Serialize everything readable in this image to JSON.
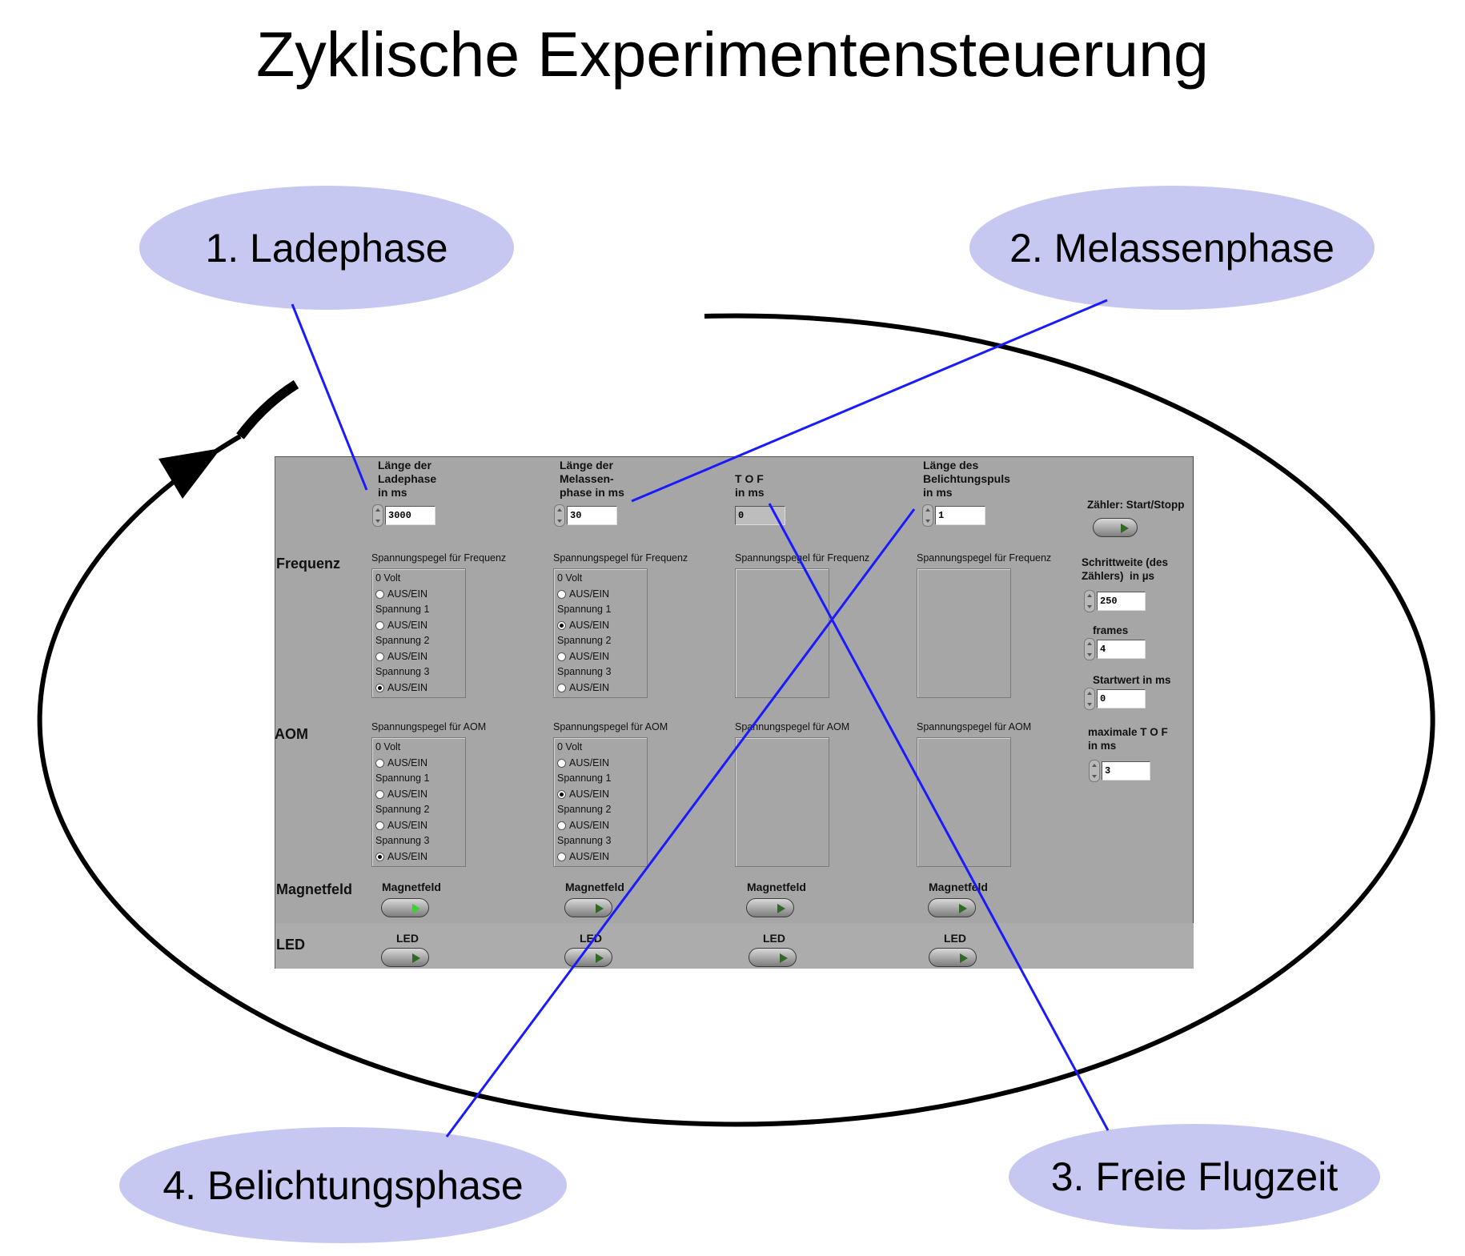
{
  "title": "Zyklische Experimentensteuerung",
  "phases": {
    "p1": "1. Ladephase",
    "p2": "2. Melassenphase",
    "p3": "3. Freie Flugzeit",
    "p4": "4. Belichtungsphase"
  },
  "panel": {
    "top_labels": {
      "lade": "Länge der\nLadephase\nin ms",
      "melassen": "Länge der\nMelassen-\nphase in ms",
      "tof": "T O F\nin ms",
      "belichtung": "Länge des\nBelichtungspuls\nin ms"
    },
    "top_values": {
      "lade": "3000",
      "melassen": "30",
      "tof": "0",
      "belichtung": "1"
    },
    "row_labels": {
      "frequenz": "Frequenz",
      "aom": "AOM",
      "magnetfeld": "Magnetfeld",
      "led": "LED"
    },
    "group_titles": {
      "freq": "Spannungspegel für Frequenz",
      "aom": "Spannungspegel für AOM"
    },
    "option_caps": [
      "0 Volt",
      "Spannung 1",
      "Spannung 2",
      "Spannung 3"
    ],
    "radio_label": "AUS/EIN",
    "selections": {
      "freq1": [
        false,
        false,
        false,
        true
      ],
      "freq2": [
        false,
        true,
        false,
        false
      ],
      "aom1": [
        false,
        false,
        false,
        true
      ],
      "aom2": [
        false,
        true,
        false,
        false
      ]
    },
    "toggle_labels": {
      "magnetfeld": "Magnetfeld",
      "led": "LED"
    },
    "magnetfeld_on": [
      true,
      false,
      false,
      false
    ],
    "right": {
      "counter_label": "Zähler: Start/Stopp",
      "step_label": "Schrittweite (des\nZählers)  in µs",
      "step_value": "250",
      "frames_label": "frames",
      "frames_value": "4",
      "start_label": "Startwert in ms",
      "start_value": "0",
      "maxtof_label": "maximale T O F\nin ms",
      "maxtof_value": "3"
    }
  },
  "colors": {
    "phase_fill": "#c6c8f1",
    "connector": "#1a1aff",
    "panel_bg": "#a6a6a6",
    "cycle": "#000000"
  }
}
